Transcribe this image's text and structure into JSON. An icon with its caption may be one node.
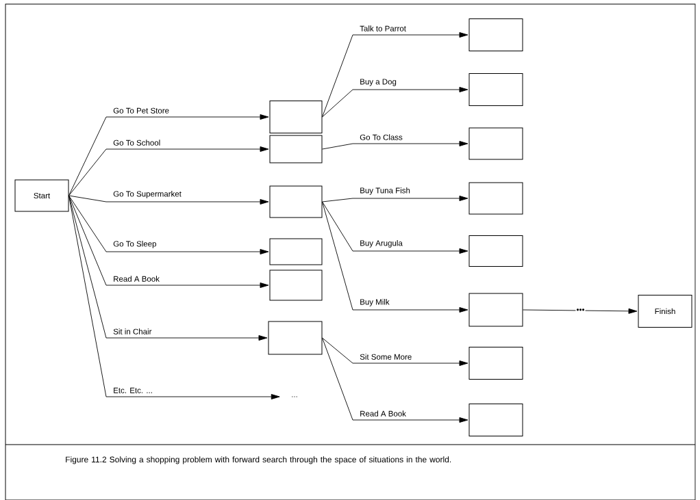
{
  "diagram": {
    "caption": "Figure 11.2 Solving a shopping problem with forward search through the space of situations in the world.",
    "nodes": [
      {
        "text": [
          "Start"
        ]
      },
      {
        "text": [],
        "shape": "box"
      },
      {
        "text": [],
        "shape": "box"
      },
      {
        "text": [],
        "shape": "box"
      },
      {
        "text": [],
        "shape": "box"
      },
      {
        "text": [],
        "shape": "box"
      },
      {
        "text": [],
        "shape": "box"
      },
      {
        "text": [
          "..."
        ]
      },
      {
        "text": [],
        "shape": "box"
      },
      {
        "text": [],
        "shape": "box"
      },
      {
        "text": [],
        "shape": "box"
      },
      {
        "text": [],
        "shape": "box"
      },
      {
        "text": [],
        "shape": "box"
      },
      {
        "text": [],
        "shape": "box"
      },
      {
        "text": [],
        "shape": "box"
      },
      {
        "text": [],
        "shape": "box"
      },
      {
        "text": [
          "Finish"
        ]
      }
    ],
    "edges": [
      {
        "from": 0,
        "to": 1,
        "arrow": "to",
        "label": "Go To Pet Store"
      },
      {
        "from": 0,
        "to": 2,
        "arrow": "to",
        "label": "Go To School"
      },
      {
        "from": 0,
        "to": 3,
        "arrow": "to",
        "label": "Go To Supermarket"
      },
      {
        "from": 0,
        "to": 4,
        "arrow": "to",
        "label": "Go To Sleep"
      },
      {
        "from": 0,
        "to": 5,
        "arrow": "to",
        "label": "Read A Book"
      },
      {
        "from": 0,
        "to": 6,
        "arrow": "to",
        "label": "Sit in Chair"
      },
      {
        "from": 0,
        "to": 7,
        "arrow": "to",
        "label": "Etc. Etc. ..."
      },
      {
        "from": 1,
        "to": 8,
        "arrow": "to",
        "label": "Talk to Parrot"
      },
      {
        "from": 1,
        "to": 9,
        "arrow": "to",
        "label": "Buy a Dog"
      },
      {
        "from": 2,
        "to": 10,
        "arrow": "to",
        "label": "Go To Class"
      },
      {
        "from": 3,
        "to": 11,
        "arrow": "to",
        "label": "Buy Tuna Fish"
      },
      {
        "from": 3,
        "to": 12,
        "arrow": "to",
        "label": "Buy Arugula"
      },
      {
        "from": 3,
        "to": 13,
        "arrow": "to",
        "label": "Buy Milk"
      },
      {
        "from": 6,
        "to": 14,
        "arrow": "to",
        "label": "Sit Some More"
      },
      {
        "from": 6,
        "to": 15,
        "arrow": "to",
        "label": "Read A Book"
      },
      {
        "from": 13,
        "to": 16,
        "arrow": "to",
        "label": "•••"
      }
    ]
  }
}
